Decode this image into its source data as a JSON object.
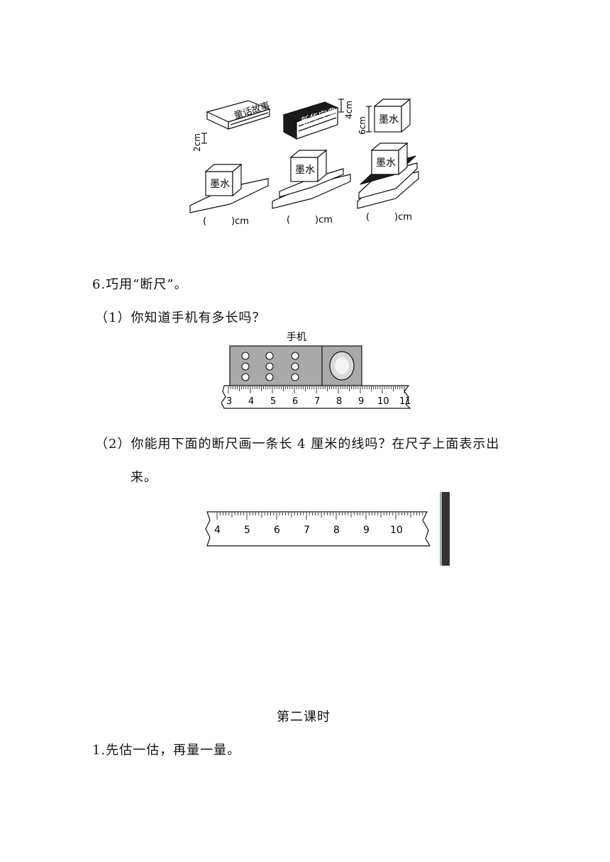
{
  "figure1": {
    "book1_title": "童话故事",
    "book2_title": "新华字典",
    "ink_label": "墨水",
    "dim_book1": "2cm",
    "dim_book2": "4cm",
    "dim_ink": "6cm",
    "answers": [
      {
        "open": "(",
        "close": ")cm"
      },
      {
        "open": "(",
        "close": ")cm"
      },
      {
        "open": "(",
        "close": ")cm"
      }
    ]
  },
  "q6": {
    "title": "6.巧用“断尺”。",
    "sub1": "（1）你知道手机有多长吗？",
    "phone_label": "手机",
    "ruler1_ticks": [
      "3",
      "4",
      "5",
      "6",
      "7",
      "8",
      "9",
      "10",
      "11"
    ],
    "sub2_line1": "（2）你能用下面的断尺画一条长 4 厘米的线吗？在尺子上面表示出",
    "sub2_line2": "来。",
    "ruler2_ticks": [
      "4",
      "5",
      "6",
      "7",
      "8",
      "9",
      "10"
    ]
  },
  "lesson2": {
    "heading": "第二课时",
    "q1": "1.先估一估，再量一量。"
  }
}
